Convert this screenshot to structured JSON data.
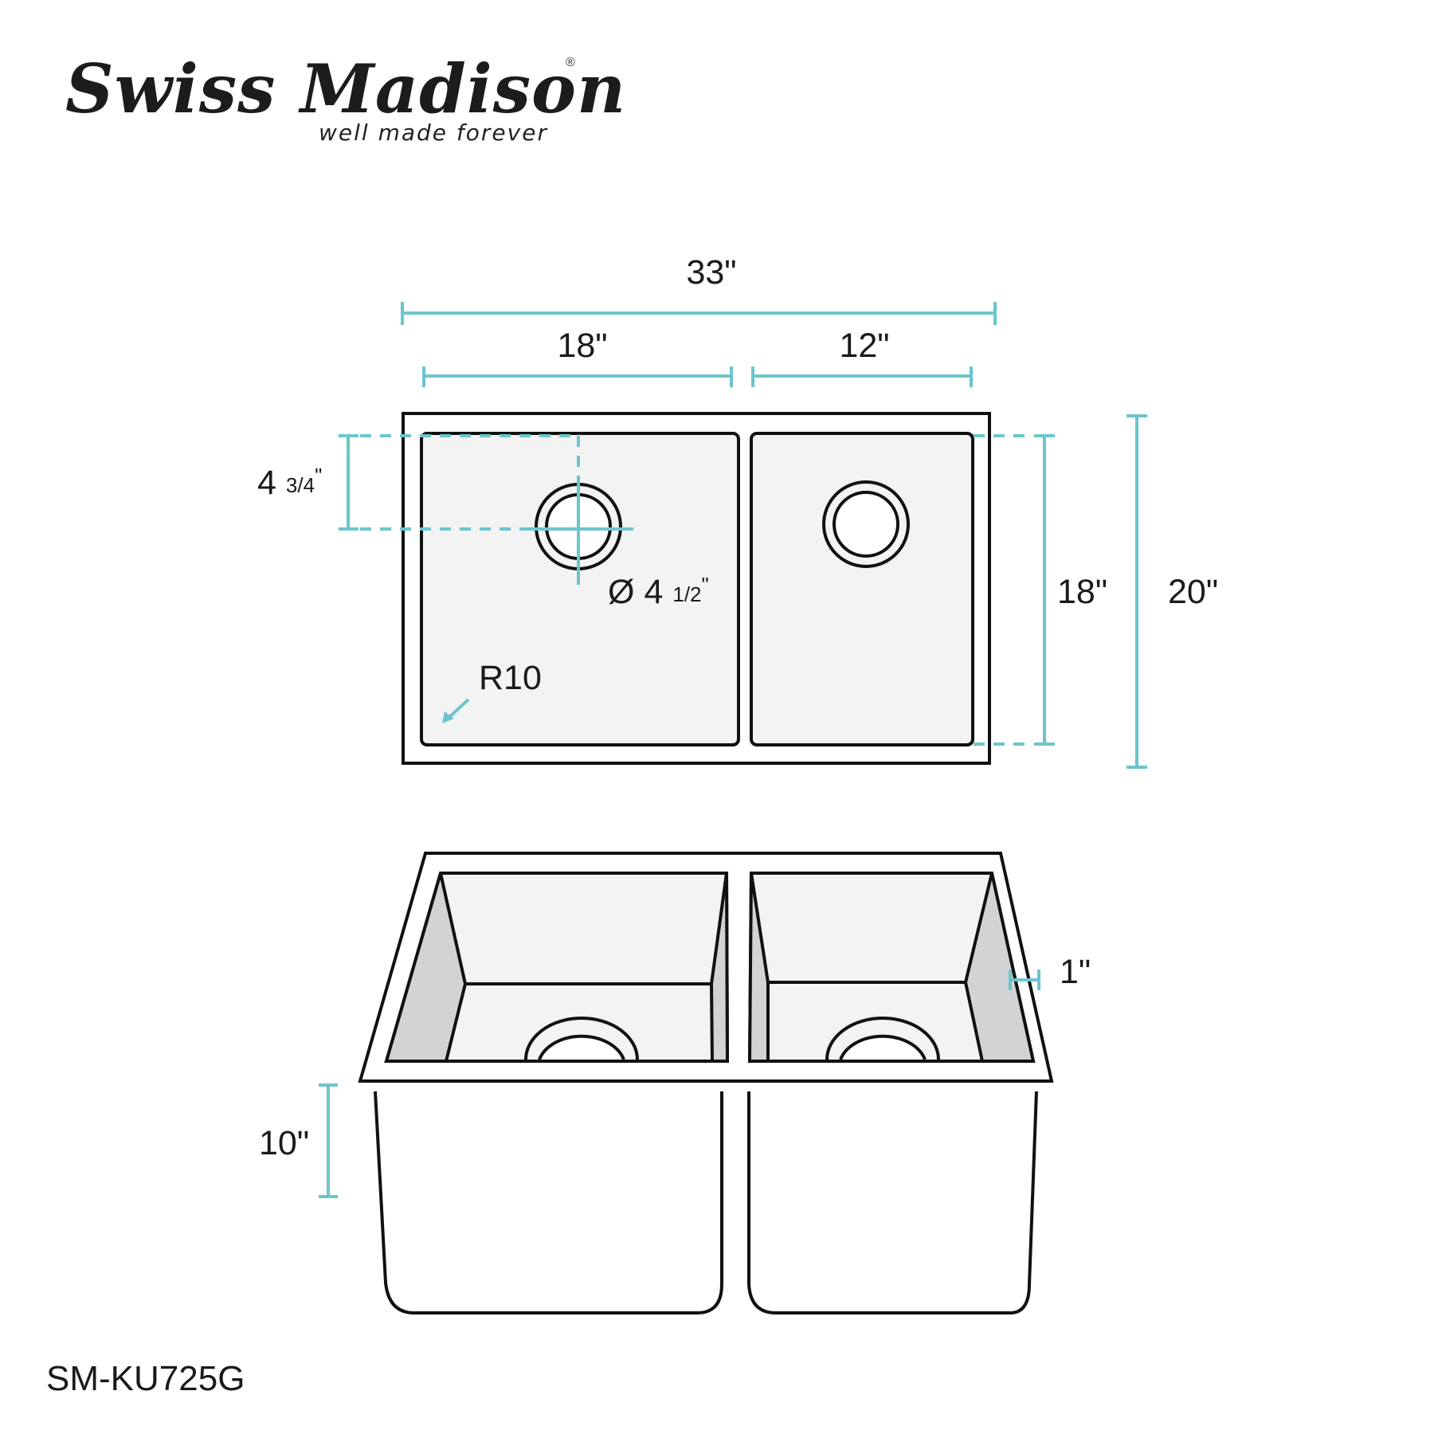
{
  "brand": {
    "name": "Swiss Madison",
    "registered_mark": "®",
    "tagline": "well made forever"
  },
  "colors": {
    "dimension_line": "#6cc5cc",
    "outline": "#111111",
    "basin_fill": "#f3f3f3",
    "side_wall_fill": "#d2d3d5"
  },
  "top_view": {
    "dimensions": {
      "overall_width": "33\"",
      "left_bowl_width": "18\"",
      "right_bowl_width": "12\"",
      "drain_offset_whole": "4",
      "drain_offset_fraction": "3/4",
      "drain_offset_unit": "\"",
      "drain_diameter_symbol": "Ø",
      "drain_diameter_whole": "4",
      "drain_diameter_fraction": "1/2",
      "drain_diameter_unit": "\"",
      "corner_radius": "R10",
      "bowl_depth_front_back": "18\"",
      "overall_depth": "20\""
    }
  },
  "perspective_view": {
    "dimensions": {
      "rim_width": "1\"",
      "bowl_depth": "10\""
    }
  },
  "model_number": "SM-KU725G"
}
